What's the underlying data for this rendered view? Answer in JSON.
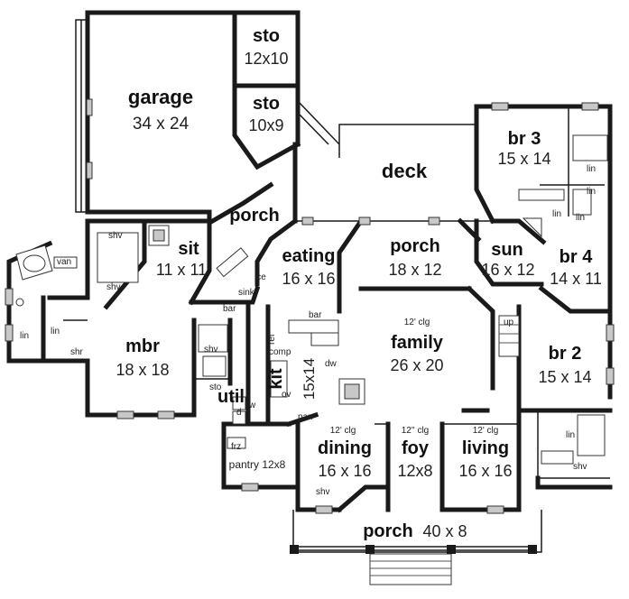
{
  "rooms": {
    "garage": {
      "name": "garage",
      "size": "34 x 24"
    },
    "sto1": {
      "name": "sto",
      "size": "12x10"
    },
    "sto2": {
      "name": "sto",
      "size": "10x9"
    },
    "deck": {
      "name": "deck"
    },
    "porch_top": {
      "name": "porch"
    },
    "br3": {
      "name": "br 3",
      "size": "15 x 14"
    },
    "sit": {
      "name": "sit",
      "size": "11 x 11"
    },
    "eating": {
      "name": "eating",
      "size": "16 x 16"
    },
    "porch_mid": {
      "name": "porch",
      "size": "18 x 12"
    },
    "sun": {
      "name": "sun",
      "size": "16 x 12"
    },
    "br4": {
      "name": "br 4",
      "size": "14 x 11"
    },
    "mbr": {
      "name": "mbr",
      "size": "18 x 18"
    },
    "kit": {
      "name": "kit",
      "size": "15x14"
    },
    "family": {
      "name": "family",
      "size": "26 x 20",
      "note": "12' clg"
    },
    "br2": {
      "name": "br 2",
      "size": "15 x 14"
    },
    "util": {
      "name": "util"
    },
    "dining": {
      "name": "dining",
      "size": "16 x 16",
      "note": "12' clg"
    },
    "foy": {
      "name": "foy",
      "size": "12x8",
      "note": "12'' clg"
    },
    "living": {
      "name": "living",
      "size": "16 x 16",
      "note": "12' clg"
    },
    "porch_front": {
      "name": "porch",
      "size": "40 x 8"
    },
    "pantry": {
      "label": "pantry 12x8"
    }
  },
  "fixtures": {
    "lin": "lin",
    "shv": "shv",
    "van": "van",
    "shr": "shr",
    "ice": "ice",
    "sink": "sink",
    "bar": "bar",
    "ref": "ref",
    "comp": "comp",
    "ov": "ov",
    "dw": "dw",
    "pan": "pan",
    "up": "up",
    "frz": "frz",
    "sto": "sto",
    "d": "d",
    "w": "w"
  }
}
